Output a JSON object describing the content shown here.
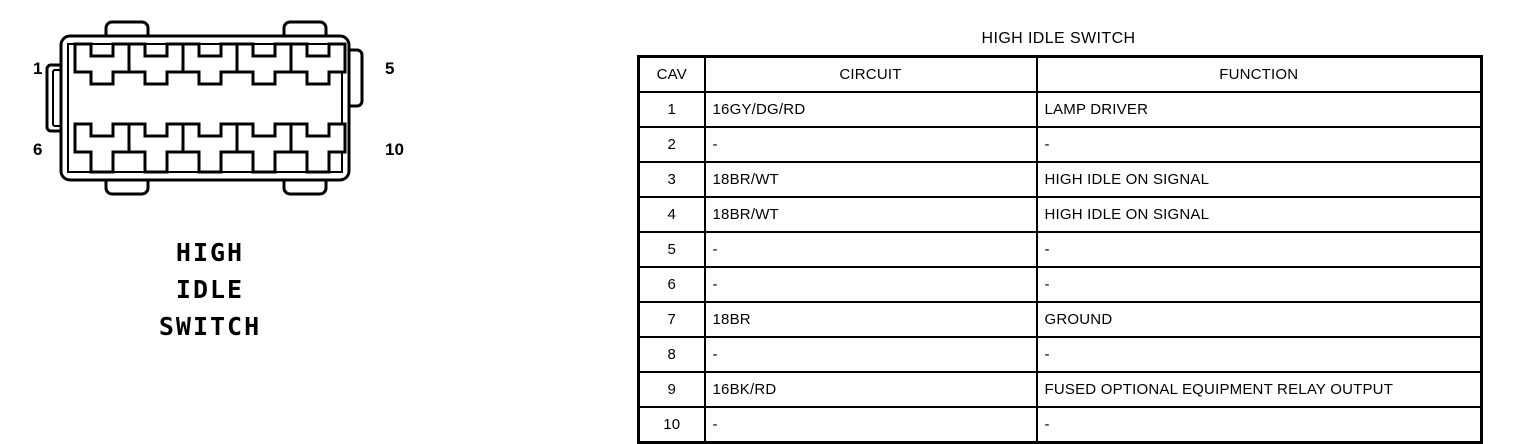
{
  "connector": {
    "caption_lines": [
      "HIGH",
      "IDLE",
      "SWITCH"
    ],
    "pin_labels": {
      "top_left": "1",
      "bottom_left": "6",
      "top_right": "5",
      "bottom_right": "10"
    },
    "cavity_count": 10,
    "rows": 2,
    "columns": 5,
    "line_color": "#000000",
    "body_fill": "#ffffff"
  },
  "table": {
    "title": "HIGH IDLE SWITCH",
    "headers": [
      "CAV",
      "CIRCUIT",
      "FUNCTION"
    ],
    "rows": [
      {
        "cav": "1",
        "circuit": "16GY/DG/RD",
        "function": "LAMP DRIVER"
      },
      {
        "cav": "2",
        "circuit": "-",
        "function": "-"
      },
      {
        "cav": "3",
        "circuit": "18BR/WT",
        "function": "HIGH IDLE ON SIGNAL"
      },
      {
        "cav": "4",
        "circuit": "18BR/WT",
        "function": "HIGH IDLE ON SIGNAL"
      },
      {
        "cav": "5",
        "circuit": "-",
        "function": "-"
      },
      {
        "cav": "6",
        "circuit": "-",
        "function": "-"
      },
      {
        "cav": "7",
        "circuit": "18BR",
        "function": "GROUND"
      },
      {
        "cav": "8",
        "circuit": "-",
        "function": "-"
      },
      {
        "cav": "9",
        "circuit": "16BK/RD",
        "function": "FUSED OPTIONAL EQUIPMENT RELAY OUTPUT"
      },
      {
        "cav": "10",
        "circuit": "-",
        "function": "-"
      }
    ]
  }
}
